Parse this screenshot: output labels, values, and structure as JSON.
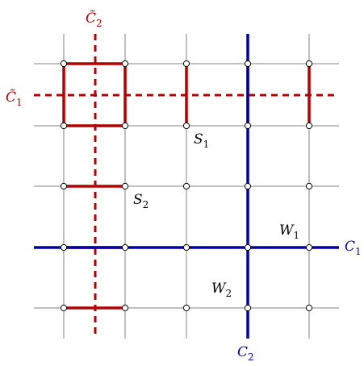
{
  "colors": {
    "grid": "#808080",
    "red": "#b30000",
    "blue": "#0000a8",
    "node_fill": "#ffffff",
    "node_stroke": "#000000",
    "text": "#000000"
  },
  "labels": {
    "c1_tilde": {
      "main": "C̃",
      "sub": "1"
    },
    "c2_tilde": {
      "main": "C̃",
      "sub": "2"
    },
    "c1": {
      "main": "C",
      "sub": "1"
    },
    "c2": {
      "main": "C",
      "sub": "2"
    },
    "s1": {
      "main": "S",
      "sub": "1"
    },
    "s2": {
      "main": "S",
      "sub": "2"
    },
    "w1": {
      "main": "W",
      "sub": "1"
    },
    "w2": {
      "main": "W",
      "sub": "2"
    }
  }
}
